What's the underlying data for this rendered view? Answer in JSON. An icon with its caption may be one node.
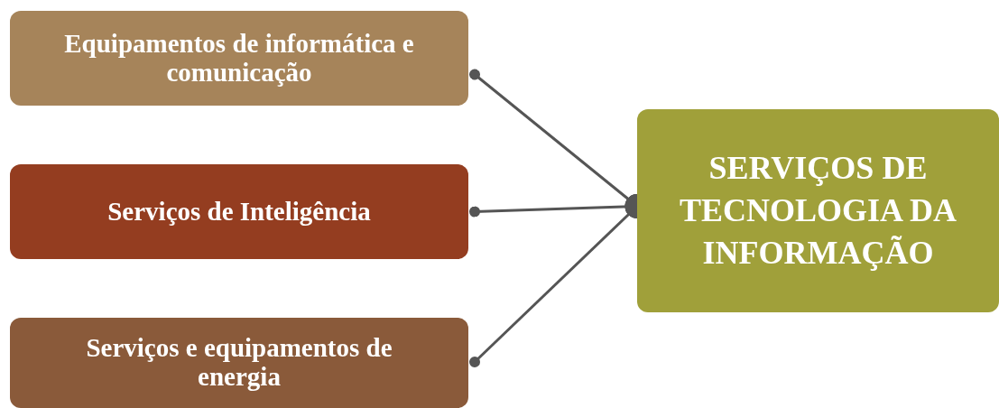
{
  "diagram": {
    "nodes": [
      {
        "text": [
          "Equipamentos de informática e comunicação"
        ]
      },
      {
        "text": [
          "Serviços de Inteligência"
        ]
      },
      {
        "text": [
          "Serviços e equipamentos de energia"
        ]
      },
      {
        "text": [
          "SERVIÇOS DE TECNOLOGIA DA INFORMAÇÃO"
        ]
      }
    ],
    "edges": [
      {
        "from": 0,
        "to": 3,
        "arrow": "other"
      },
      {
        "from": 1,
        "to": 3,
        "arrow": "other"
      },
      {
        "from": 2,
        "to": 3,
        "arrow": "other"
      }
    ]
  }
}
